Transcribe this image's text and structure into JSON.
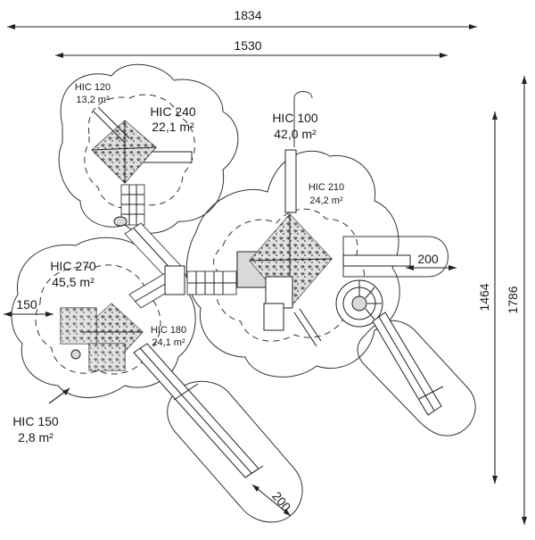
{
  "dimensions": {
    "top_outer": "1834",
    "top_inner": "1530",
    "right_inner": "1464",
    "right_outer": "1786",
    "slide_right": "200",
    "slide_bottom": "200",
    "left_side": "150"
  },
  "zones": [
    {
      "id": "hic120",
      "name": "HIC 120",
      "area": "13,2 m²"
    },
    {
      "id": "hic240",
      "name": "HIC 240",
      "area": "22,1 m²"
    },
    {
      "id": "hic100",
      "name": "HIC 100",
      "area": "42,0 m²"
    },
    {
      "id": "hic210",
      "name": "HIC 210",
      "area": "24,2 m²"
    },
    {
      "id": "hic270",
      "name": "HIC 270",
      "area": "45,5 m²"
    },
    {
      "id": "hic180",
      "name": "HIC 180",
      "area": "24,1 m²"
    },
    {
      "id": "hic150",
      "name": "HIC 150",
      "area": "2,8 m²"
    }
  ],
  "colors": {
    "line": "#222222",
    "roof": "#bdbdbd",
    "background": "#ffffff"
  }
}
